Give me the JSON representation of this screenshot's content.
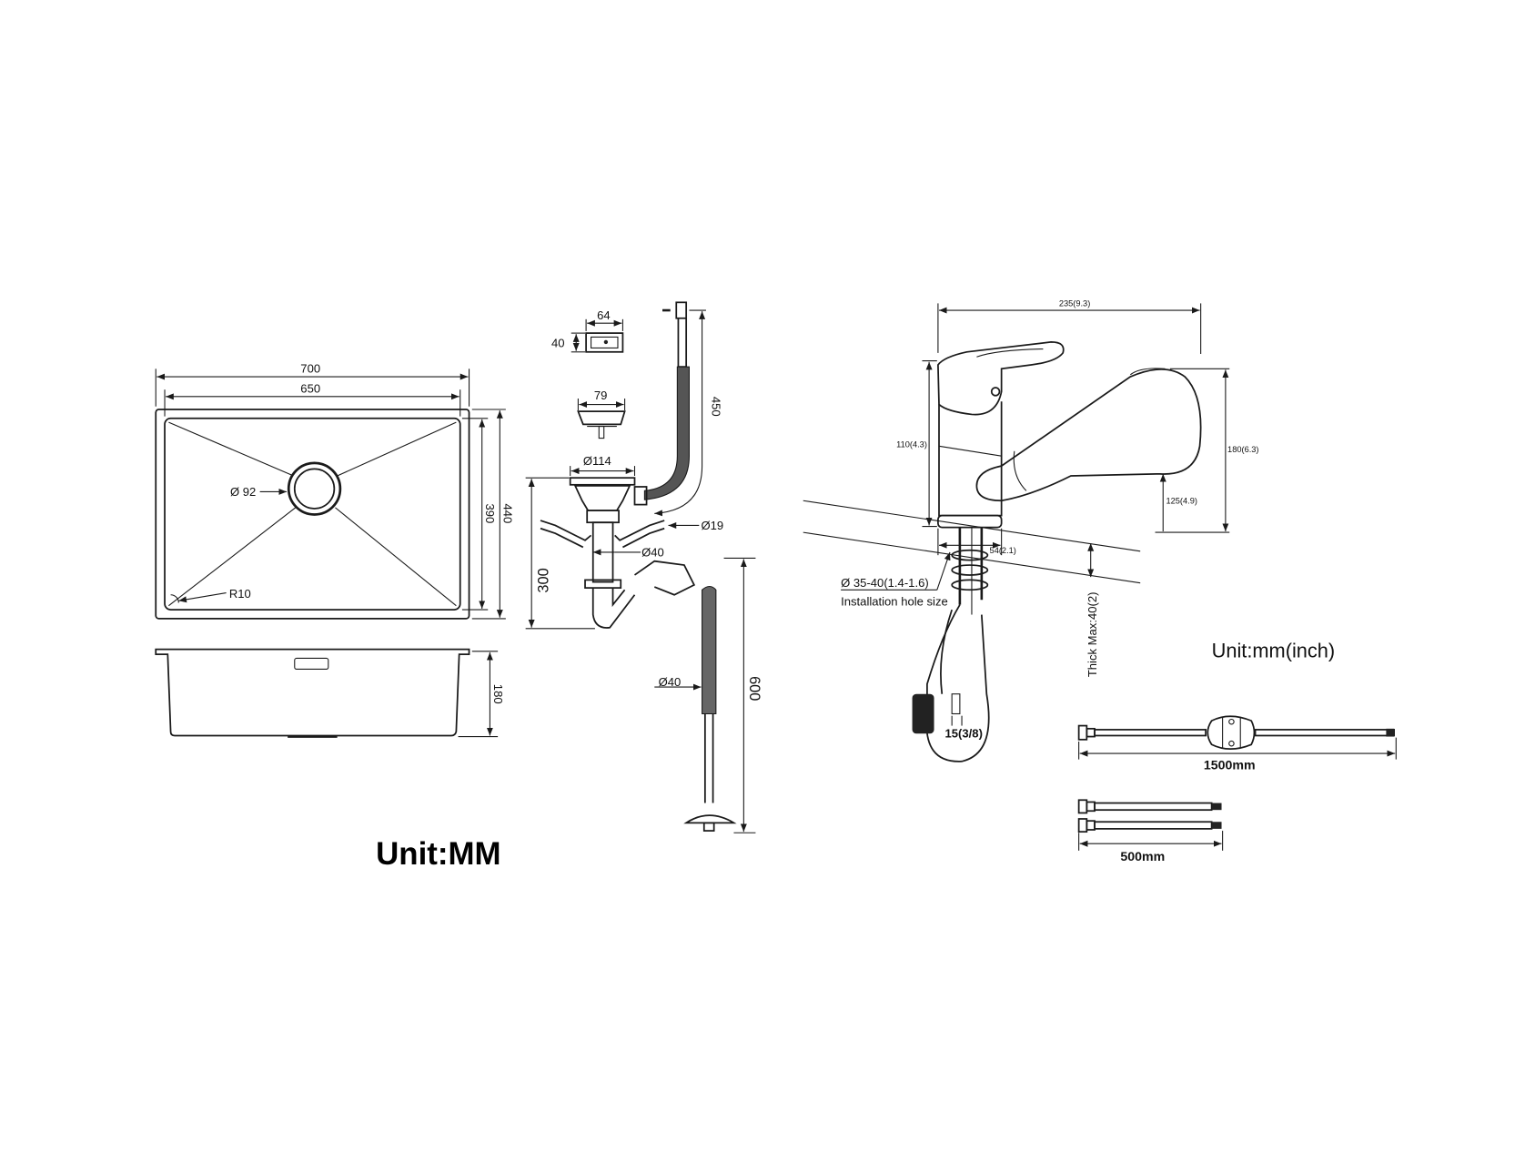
{
  "sink": {
    "outer_width": "700",
    "inner_width": "650",
    "drain_diameter": "Ø 92",
    "corner_radius": "R10",
    "inner_depth": "390",
    "outer_depth": "440",
    "height": "180",
    "unit_label": "Unit:MM"
  },
  "drain": {
    "overflow_width": "64",
    "overflow_height": "40",
    "strainer_width": "79",
    "flange_diameter": "Ø114",
    "overflow_hose_length": "450",
    "inlet_diameter": "Ø19",
    "pipe_diameter_upper": "Ø40",
    "trap_height": "300",
    "pipe_diameter_lower": "Ø40",
    "drain_hose_length": "600"
  },
  "faucet": {
    "reach": "235(9.3)",
    "body_height": "110(4.3)",
    "total_height": "180(6.3)",
    "spout_height": "125(4.9)",
    "base_diameter": "54(2.1)",
    "hole_size": "Ø 35-40(1.4-1.6)",
    "hole_size_caption": "Installation hole size",
    "thickness_max": "Thick Max:40(2)",
    "connector": "15(3/8)",
    "unit_label": "Unit:mm(inch)"
  },
  "hoses": {
    "long_hose_length": "1500mm",
    "short_hose_length": "500mm"
  },
  "colors": {
    "line": "#1a1a1a",
    "background": "#ffffff"
  }
}
